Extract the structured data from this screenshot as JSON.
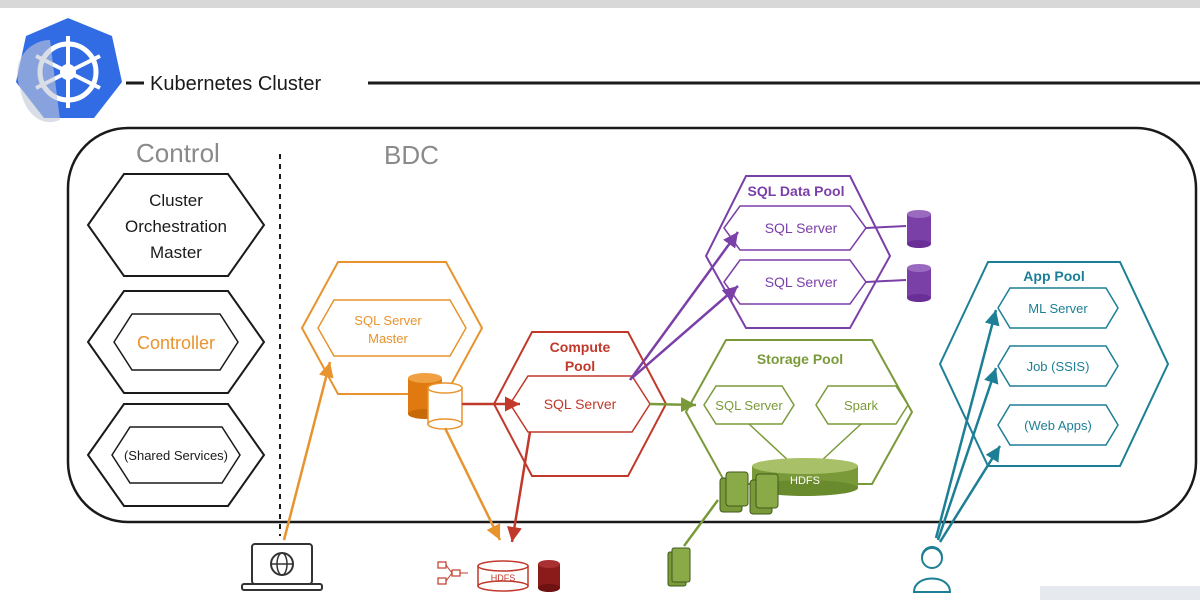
{
  "cluster": {
    "title": "Kubernetes Cluster"
  },
  "sections": {
    "control": "Control",
    "bdc": "BDC"
  },
  "control": {
    "master_line1": "Cluster",
    "master_line2": "Orchestration",
    "master_line3": "Master",
    "controller": "Controller",
    "shared_services": "(Shared Services)"
  },
  "master": {
    "line1": "SQL Server",
    "line2": "Master"
  },
  "compute": {
    "title_line1": "Compute",
    "title_line2": "Pool",
    "sql_server": "SQL Server"
  },
  "data_pool": {
    "title": "SQL Data Pool",
    "sql_server_1": "SQL Server",
    "sql_server_2": "SQL Server"
  },
  "storage_pool": {
    "title": "Storage Pool",
    "sql_server": "SQL Server",
    "spark": "Spark",
    "hdfs": "HDFS"
  },
  "app_pool": {
    "title": "App Pool",
    "ml_server": "ML Server",
    "job": "Job (SSIS)",
    "web_apps": "(Web Apps)"
  },
  "bottom": {
    "hdfs": "HDFS"
  },
  "colors": {
    "orange": "#e8932e",
    "red": "#c0392b",
    "purple": "#7b3fa8",
    "green": "#7a9a3a",
    "teal": "#1d7f95",
    "black": "#1a1a1a"
  }
}
